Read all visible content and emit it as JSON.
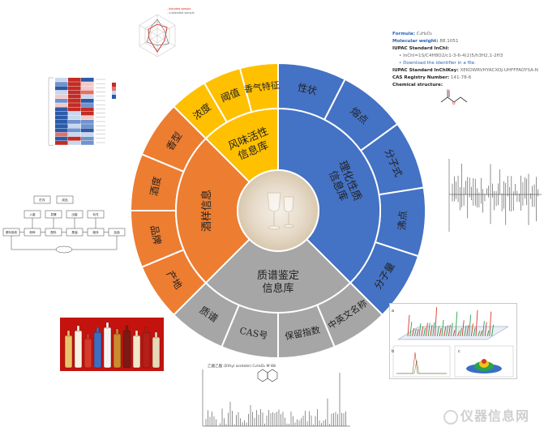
{
  "wheel": {
    "center": {
      "label": ""
    },
    "inner_sectors": [
      {
        "id": "physchem",
        "label": "理化性质信息库",
        "color": "#4472C4"
      },
      {
        "id": "massspec",
        "label": "质谱鉴定信息库",
        "color": "#A6A6A6"
      },
      {
        "id": "liquor",
        "label": "酒样信息",
        "color": "#ED7D31"
      },
      {
        "id": "flavor",
        "label": "风味活性信息库",
        "color": "#FFC000"
      }
    ],
    "outer_sectors": [
      {
        "id": "xingzhuang",
        "label": "性状",
        "color": "#4472C4"
      },
      {
        "id": "rongdian",
        "label": "熔点",
        "color": "#4472C4"
      },
      {
        "id": "fenzishi",
        "label": "分子式",
        "color": "#4472C4"
      },
      {
        "id": "feidian",
        "label": "沸点",
        "color": "#4472C4"
      },
      {
        "id": "fenziliang",
        "label": "分子量",
        "color": "#4472C4"
      },
      {
        "id": "zhongying",
        "label": "中英文名称",
        "color": "#A6A6A6"
      },
      {
        "id": "baoliu",
        "label": "保留指数",
        "color": "#A6A6A6"
      },
      {
        "id": "cas",
        "label": "CAS号",
        "color": "#A6A6A6"
      },
      {
        "id": "zhipu",
        "label": "质谱",
        "color": "#A6A6A6"
      },
      {
        "id": "chandi",
        "label": "产地",
        "color": "#ED7D31"
      },
      {
        "id": "pinpai",
        "label": "品牌",
        "color": "#ED7D31"
      },
      {
        "id": "jiudu",
        "label": "酒度",
        "color": "#ED7D31"
      },
      {
        "id": "xiangxing",
        "label": "香型",
        "color": "#ED7D31"
      },
      {
        "id": "nongdu",
        "label": "浓度",
        "color": "#FFC000"
      },
      {
        "id": "yuzhi",
        "label": "阈值",
        "color": "#FFC000"
      },
      {
        "id": "xiangqi",
        "label": "香气特征",
        "color": "#FFC000"
      }
    ]
  },
  "info_panel": {
    "formula_label": "Formula:",
    "formula_value": "C₄H₈O₂",
    "mw_label": "Molecular weight:",
    "mw_value": "88.1051",
    "inchi_label": "IUPAC Standard InChI:",
    "inchi_value": "InChI=1S/C4H8O2/c1-3-6-4(2)5/h3H2,1-2H3",
    "inchi_link": "Download the identifier in a file.",
    "inchikey_label": "IUPAC Standard InChIKey:",
    "inchikey_value": "XEKOWRVHYACXOJ-UHFFFAOYSA-N",
    "cas_label": "CAS Registry Number:",
    "cas_value": "141-78-6",
    "structure_label": "Chemical structure:"
  },
  "radar": {
    "legend": [
      "- blended sample",
      "- unblended sample"
    ]
  },
  "flowchart": {
    "nodes": [
      "原料验收",
      "粉碎",
      "配料",
      "蒸馏",
      "摊凉",
      "加曲",
      "入窖",
      "发酵",
      "出窖",
      "勾兑",
      "贮存",
      "成品"
    ]
  },
  "spectrum_caption": "乙酸乙酯 (Ethyl acetate)  C₄H₈O₂  M 88",
  "chromatogram_labels": [
    "a",
    "b",
    "c"
  ],
  "watermark": "仪器信息网",
  "colors": {
    "physchem": "#4472C4",
    "massspec": "#A6A6A6",
    "liquor": "#ED7D31",
    "flavor": "#FFC000",
    "divider": "#ffffff"
  }
}
